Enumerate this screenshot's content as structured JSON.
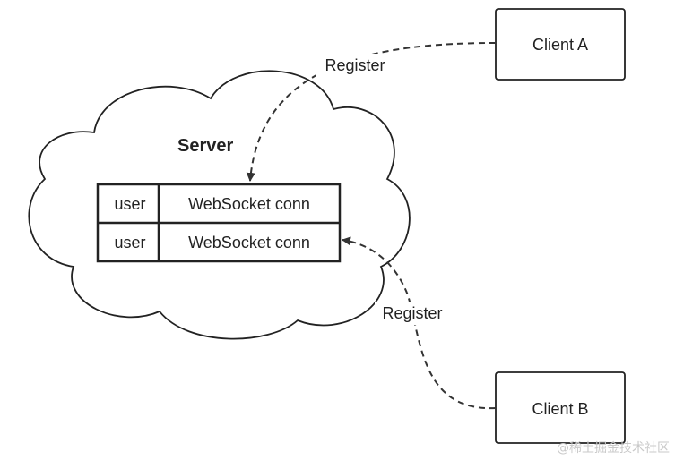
{
  "server": {
    "title": "Server",
    "rows": [
      {
        "user": "user",
        "conn": "WebSocket conn"
      },
      {
        "user": "user",
        "conn": "WebSocket conn"
      }
    ]
  },
  "clients": {
    "a": {
      "label": "Client A"
    },
    "b": {
      "label": "Client B"
    }
  },
  "edges": {
    "a_label": "Register",
    "b_label": "Register"
  },
  "watermark": "@稀土掘金技术社区",
  "colors": {
    "stroke": "#222222",
    "background": "#ffffff",
    "watermark": "#c9c9c9"
  }
}
